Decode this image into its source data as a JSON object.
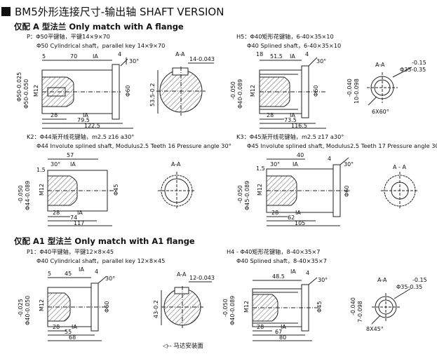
{
  "page": {
    "title": "BM5外形连接尺寸-输出轴  SHAFT VERSION",
    "footer_note": "◁-- 马达安装面"
  },
  "sections": [
    {
      "heading": "仅配 A 型法兰  Only match with A flange",
      "items": [
        {
          "id": "P",
          "cn": "P：Φ50平键轴，平键14×9×70",
          "en": "Φ50 Cylindrical shaft，parallel key 14×9×70",
          "dims": {
            "d1": "5",
            "d2": "70",
            "d3": "4",
            "d4": "30°",
            "dia": "Φ50-0.025",
            "dia2": "Φ50-0.050",
            "thread": "M12",
            "d5": "28",
            "d6": "79.5",
            "d7": "122.5",
            "ksec": "Φ60",
            "aa": "A-A",
            "key": "14-0.043",
            "h": "53.5-0.2",
            "ia": "ⅠA"
          }
        },
        {
          "id": "H5",
          "cn": "H5：Φ40矩形花键轴，6-40×35×10",
          "en": "Φ40 Splined shaft，6-40×35×10",
          "dims": {
            "d1": "18",
            "d2": "51.5",
            "d3": "4",
            "d4": "30°",
            "dia": "-0.050",
            "dia2": "Φ40-0.089",
            "thread": "M12",
            "d5": "28",
            "d6": "73.5",
            "d7": "116.5",
            "ksec": "Φ60",
            "aa": "A-A",
            "sp1": "-0.15",
            "sp2": "Φ35-0.35",
            "sp3": "-0.040",
            "sp4": "10-0.098",
            "sp5": "6X60°",
            "ia": "ⅠA"
          }
        },
        {
          "id": "K2",
          "cn": "K2：Φ44渐开线花键轴，m2.5  z16  a30°",
          "en": "Φ44 Involute splined shaft, Modulus2.5 Teeth 16 Pressure angle 30°",
          "dims": {
            "d1": "57",
            "d2": "1.5",
            "d3": "30°",
            "dia": "-0.050",
            "dia2": "Φ44-0.089",
            "thread": "M12",
            "d5": "28",
            "d6": "74",
            "d7": "117",
            "ksec": "Φ45",
            "aa": "A-A",
            "ia": "ⅠA"
          }
        },
        {
          "id": "K3",
          "cn": "K3：Φ45渐开线花键轴，m2.5  z17  a30°",
          "en": "Φ45 Involute splined shaft, Modulus2.5 Teeth 17 Pressure angle 30°",
          "dims": {
            "d1": "40",
            "d2": "1.5",
            "d3": "4",
            "d4": "30°",
            "d8": "30°",
            "dia": "-0.050",
            "dia2": "Φ45-0.089",
            "thread": "M12",
            "d5": "28",
            "d6": "62",
            "d7": "105",
            "ksec": "Φ60",
            "aa": "A - A",
            "ia": "ⅠA"
          }
        }
      ]
    },
    {
      "heading": "仅配 A1 型法兰  Only match with A1 flange",
      "items": [
        {
          "id": "P1",
          "cn": "P1：Φ40平键轴，平键12×8×45",
          "en": "Φ40 Cylindrical shaft，parallel key 12×8×45",
          "dims": {
            "d1": "5",
            "d2": "45",
            "d3": "4",
            "d4": "30°",
            "dia": "-0.025",
            "dia2": "Φ40-0.050",
            "thread": "M12",
            "d5": "28",
            "d6": "55",
            "d7": "68",
            "ksec": "Φ60",
            "aa": "A-A",
            "key": "12-0.043",
            "h": "43-0.2",
            "ia": "ⅠA"
          }
        },
        {
          "id": "H4",
          "cn": "H4 - Φ40矩形花键轴，8-40×35×7",
          "en": "Φ40 Splined shaft，8-40×35×7",
          "dims": {
            "d1": "48.5",
            "d2": "4",
            "d4": "30°",
            "dia": "-0.050",
            "dia2": "Φ40-0.089",
            "thread": "M12",
            "d5": "28",
            "d6": "67",
            "d7": "80",
            "ksec": "Φ45",
            "aa": "A-A",
            "sp1": "-0.15",
            "sp2": "Φ35-0.35",
            "sp3": "-0.040",
            "sp4": "7-0.098",
            "sp5": "8X45°",
            "ia": "ⅠA"
          }
        }
      ]
    }
  ]
}
